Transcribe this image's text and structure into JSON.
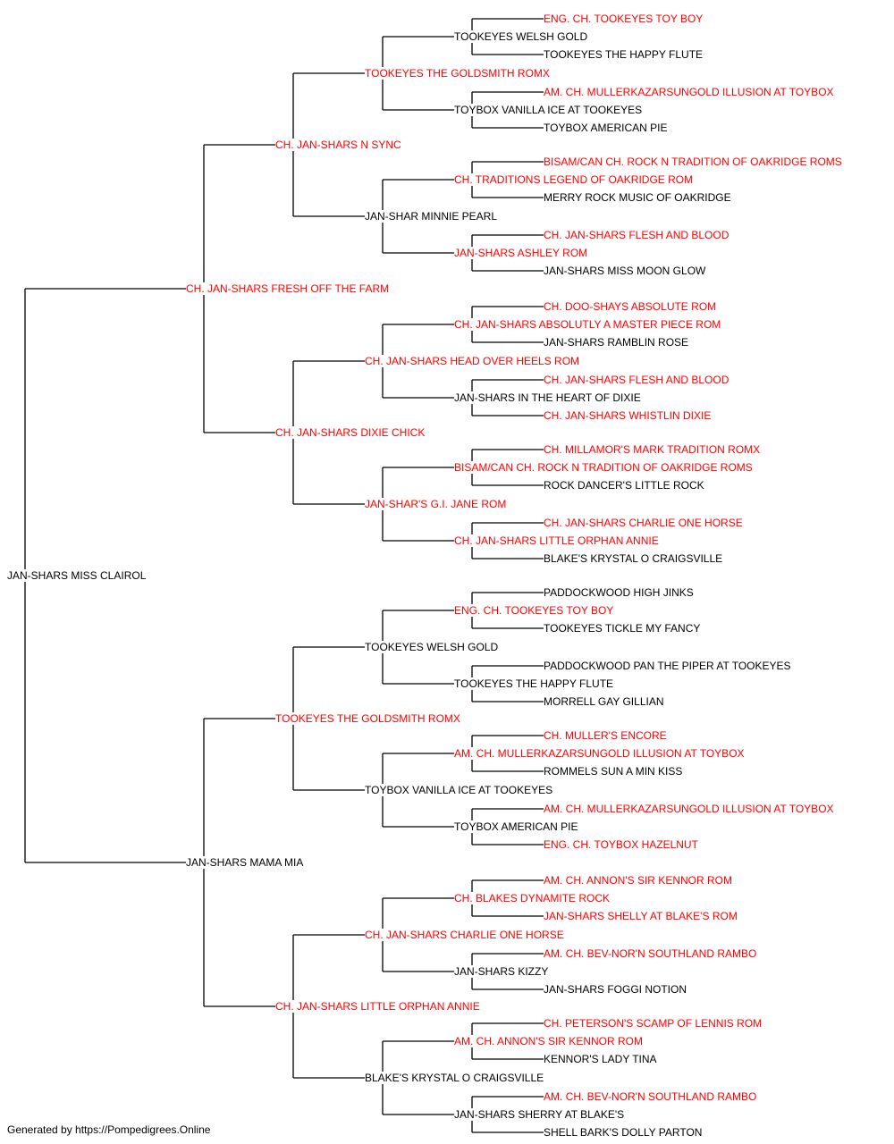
{
  "colors": {
    "champion": "#ff0000",
    "normal": "#000000",
    "line": "#000000"
  },
  "footer": "Generated by https://Pompedigrees.Online",
  "pedigree": {
    "name": "JAN-SHARS MISS CLAIROL",
    "red": false,
    "sire": {
      "name": "CH. JAN-SHARS FRESH OFF THE FARM",
      "red": true,
      "sire": {
        "name": "CH. JAN-SHARS N SYNC",
        "red": true,
        "sire": {
          "name": "TOOKEYES THE GOLDSMITH ROMX",
          "red": true,
          "sire": {
            "name": "TOOKEYES WELSH GOLD",
            "red": false,
            "sire": {
              "name": "ENG. CH. TOOKEYES TOY BOY",
              "red": true
            },
            "dam": {
              "name": "TOOKEYES THE HAPPY FLUTE",
              "red": false
            }
          },
          "dam": {
            "name": "TOYBOX VANILLA ICE AT TOOKEYES",
            "red": false,
            "sire": {
              "name": "AM. CH. MULLERKAZARSUNGOLD ILLUSION AT TOYBOX",
              "red": true
            },
            "dam": {
              "name": "TOYBOX AMERICAN PIE",
              "red": false
            }
          }
        },
        "dam": {
          "name": "JAN-SHAR MINNIE PEARL",
          "red": false,
          "sire": {
            "name": "CH. TRADITIONS LEGEND OF OAKRIDGE ROM",
            "red": true,
            "sire": {
              "name": "BISAM/CAN CH. ROCK N TRADITION OF OAKRIDGE ROMS",
              "red": true
            },
            "dam": {
              "name": "MERRY ROCK MUSIC OF OAKRIDGE",
              "red": false
            }
          },
          "dam": {
            "name": "JAN-SHARS ASHLEY ROM",
            "red": true,
            "sire": {
              "name": "CH. JAN-SHARS FLESH AND BLOOD",
              "red": true
            },
            "dam": {
              "name": "JAN-SHARS MISS MOON GLOW",
              "red": false
            }
          }
        }
      },
      "dam": {
        "name": "CH. JAN-SHARS DIXIE CHICK",
        "red": true,
        "sire": {
          "name": "CH. JAN-SHARS HEAD OVER HEELS ROM",
          "red": true,
          "sire": {
            "name": "CH. JAN-SHARS ABSOLUTLY A MASTER PIECE ROM",
            "red": true,
            "sire": {
              "name": "CH. DOO-SHAYS ABSOLUTE ROM",
              "red": true
            },
            "dam": {
              "name": "JAN-SHARS RAMBLIN ROSE",
              "red": false
            }
          },
          "dam": {
            "name": "JAN-SHARS IN THE HEART OF DIXIE",
            "red": false,
            "sire": {
              "name": "CH. JAN-SHARS FLESH AND BLOOD",
              "red": true
            },
            "dam": {
              "name": "CH. JAN-SHARS WHISTLIN DIXIE",
              "red": true
            }
          }
        },
        "dam": {
          "name": "JAN-SHAR'S G.I. JANE ROM",
          "red": true,
          "sire": {
            "name": "BISAM/CAN CH. ROCK N TRADITION OF OAKRIDGE ROMS",
            "red": true,
            "sire": {
              "name": "CH. MILLAMOR'S MARK TRADITION ROMX",
              "red": true
            },
            "dam": {
              "name": "ROCK DANCER'S LITTLE ROCK",
              "red": false
            }
          },
          "dam": {
            "name": "CH. JAN-SHARS LITTLE ORPHAN ANNIE",
            "red": true,
            "sire": {
              "name": "CH. JAN-SHARS CHARLIE ONE HORSE",
              "red": true
            },
            "dam": {
              "name": "BLAKE'S KRYSTAL O CRAIGSVILLE",
              "red": false
            }
          }
        }
      }
    },
    "dam": {
      "name": "JAN-SHARS MAMA MIA",
      "red": false,
      "sire": {
        "name": "TOOKEYES THE GOLDSMITH ROMX",
        "red": true,
        "sire": {
          "name": "TOOKEYES WELSH GOLD",
          "red": false,
          "sire": {
            "name": "ENG. CH. TOOKEYES TOY BOY",
            "red": true,
            "sire": {
              "name": "PADDOCKWOOD HIGH JINKS",
              "red": false
            },
            "dam": {
              "name": "TOOKEYES TICKLE MY FANCY",
              "red": false
            }
          },
          "dam": {
            "name": "TOOKEYES THE HAPPY FLUTE",
            "red": false,
            "sire": {
              "name": "PADDOCKWOOD PAN THE PIPER AT TOOKEYES",
              "red": false
            },
            "dam": {
              "name": "MORRELL GAY GILLIAN",
              "red": false
            }
          }
        },
        "dam": {
          "name": "TOYBOX VANILLA ICE AT TOOKEYES",
          "red": false,
          "sire": {
            "name": "AM. CH. MULLERKAZARSUNGOLD ILLUSION AT TOYBOX",
            "red": true,
            "sire": {
              "name": "CH. MULLER'S ENCORE",
              "red": true
            },
            "dam": {
              "name": "ROMMELS SUN A MIN KISS",
              "red": false
            }
          },
          "dam": {
            "name": "TOYBOX AMERICAN PIE",
            "red": false,
            "sire": {
              "name": "AM. CH. MULLERKAZARSUNGOLD ILLUSION AT TOYBOX",
              "red": true
            },
            "dam": {
              "name": "ENG. CH. TOYBOX HAZELNUT",
              "red": true
            }
          }
        }
      },
      "dam": {
        "name": "CH. JAN-SHARS LITTLE ORPHAN ANNIE",
        "red": true,
        "sire": {
          "name": "CH. JAN-SHARS CHARLIE ONE HORSE",
          "red": true,
          "sire": {
            "name": "CH. BLAKES DYNAMITE ROCK",
            "red": true,
            "sire": {
              "name": "AM. CH. ANNON'S SIR KENNOR ROM",
              "red": true
            },
            "dam": {
              "name": "JAN-SHARS SHELLY AT BLAKE'S ROM",
              "red": true
            }
          },
          "dam": {
            "name": "JAN-SHARS KIZZY",
            "red": false,
            "sire": {
              "name": "AM. CH. BEV-NOR'N SOUTHLAND RAMBO",
              "red": true
            },
            "dam": {
              "name": "JAN-SHARS FOGGI NOTION",
              "red": false
            }
          }
        },
        "dam": {
          "name": "BLAKE'S KRYSTAL O CRAIGSVILLE",
          "red": false,
          "sire": {
            "name": "AM. CH. ANNON'S SIR KENNOR ROM",
            "red": true,
            "sire": {
              "name": "CH. PETERSON'S SCAMP OF LENNIS ROM",
              "red": true
            },
            "dam": {
              "name": "KENNOR'S LADY TINA",
              "red": false
            }
          },
          "dam": {
            "name": "JAN-SHARS SHERRY AT BLAKE'S",
            "red": false,
            "sire": {
              "name": "AM. CH. BEV-NOR'N SOUTHLAND RAMBO",
              "red": true
            },
            "dam": {
              "name": "SHELL BARK'S DOLLY PARTON",
              "red": false
            }
          }
        }
      }
    }
  }
}
